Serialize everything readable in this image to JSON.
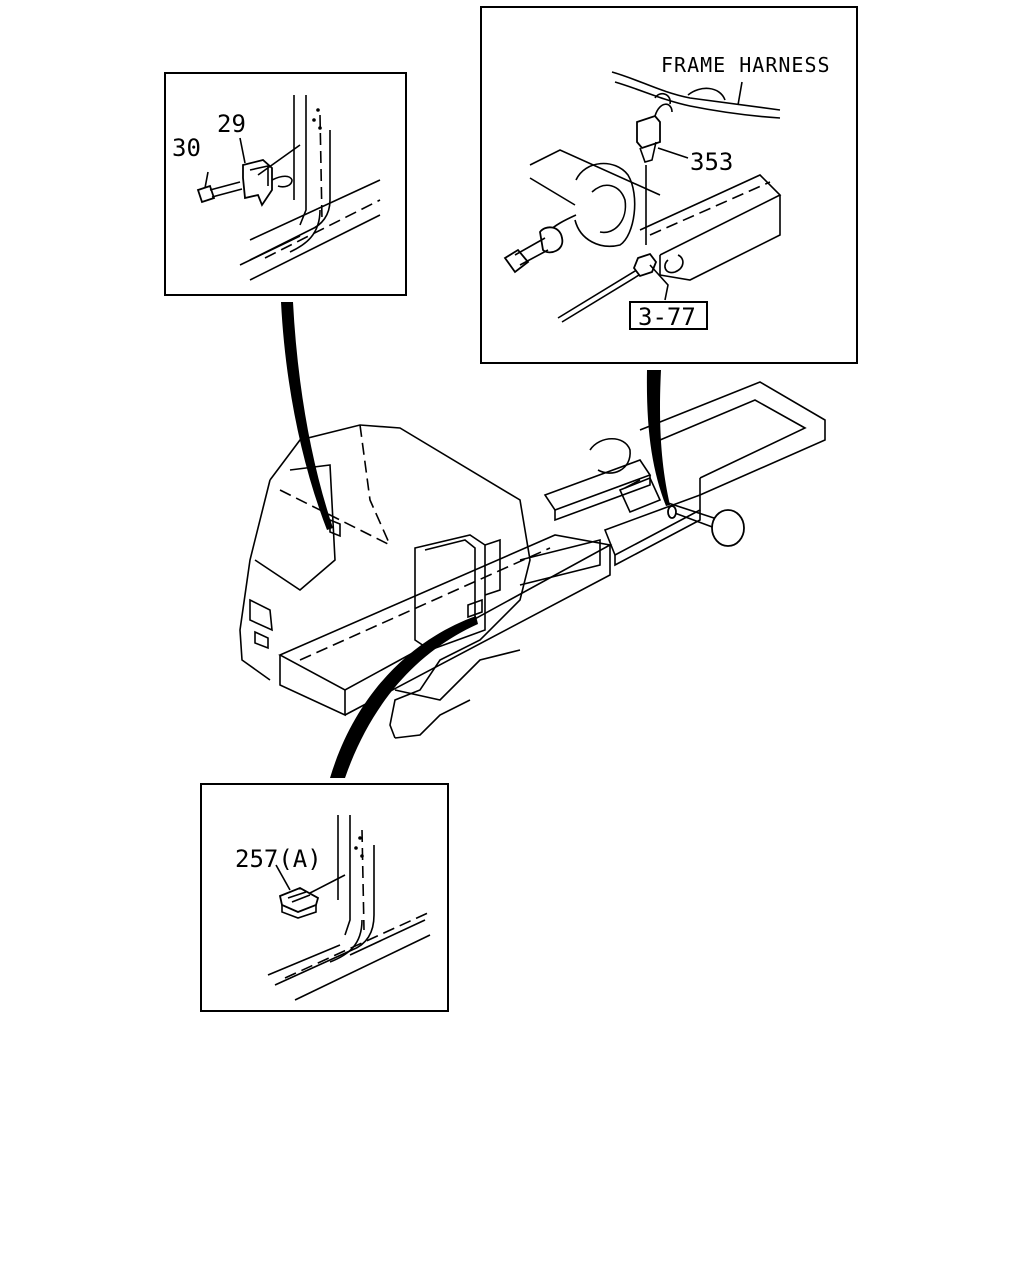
{
  "callouts": {
    "part_29": "29",
    "part_30": "30",
    "part_353": "353",
    "frame_harness": "FRAME HARNESS",
    "ref_3_77": "3-77",
    "part_257a": "257(A)"
  }
}
